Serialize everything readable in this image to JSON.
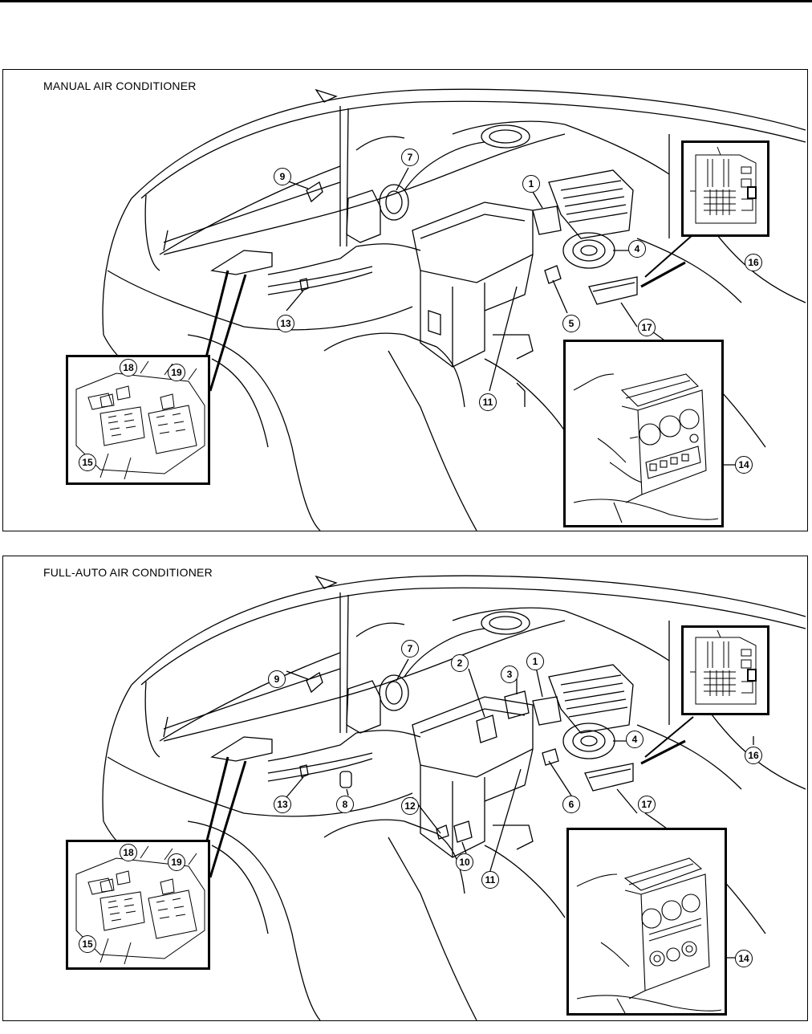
{
  "panels": [
    {
      "title": "MANUAL AIR CONDITIONER",
      "callouts": [
        "1",
        "4",
        "5",
        "7",
        "9",
        "11",
        "13",
        "14",
        "15",
        "16",
        "17",
        "18",
        "19"
      ]
    },
    {
      "title": "FULL-AUTO AIR CONDITIONER",
      "callouts": [
        "1",
        "2",
        "3",
        "4",
        "6",
        "7",
        "8",
        "9",
        "10",
        "11",
        "12",
        "13",
        "14",
        "15",
        "16",
        "17",
        "18",
        "19"
      ]
    }
  ]
}
